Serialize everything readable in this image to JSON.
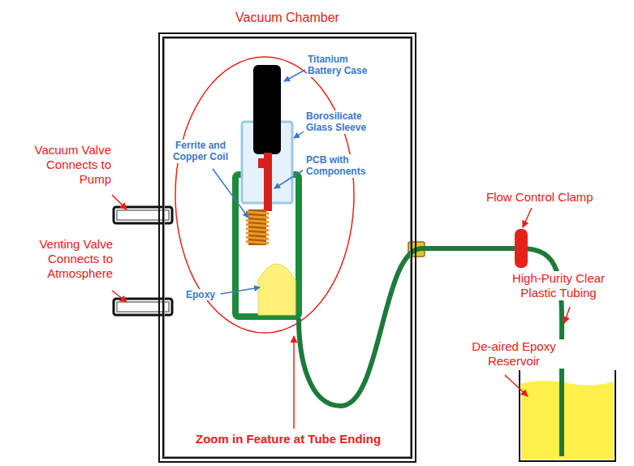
{
  "diagram": {
    "nodes": [
      {
        "text": [
          "Vacuum Chamber"
        ]
      }
    ],
    "labels": [
      "Titanium Battery Case",
      "Borosilicate Glass Sleeve",
      "PCB with Components",
      "Ferrite and Copper Coil",
      "Epoxy",
      "Zoom in Feature at Tube Ending",
      "Vacuum Valve Connects to Pump",
      "Venting Valve Connects to Atmosphere",
      "Flow Control Clamp",
      "High-Purity Clear Plastic Tubing",
      "De-aired Epoxy Reservoir"
    ]
  }
}
